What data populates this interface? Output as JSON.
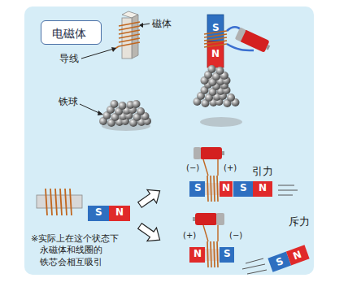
{
  "diagram": {
    "nodes": [
      {
        "text": [
          "电磁体"
        ]
      }
    ],
    "labels": [
      "磁体",
      "导线",
      "铁球",
      "S",
      "N",
      "S",
      "N",
      "(−)",
      "(+)",
      "S",
      "N",
      "S",
      "N",
      "引力",
      "(+)",
      "(−)",
      "N",
      "S",
      "S",
      "N",
      "斥力",
      "※实际上在这个状态下 永磁体和线圈的 铁芯会相互吸引"
    ]
  }
}
